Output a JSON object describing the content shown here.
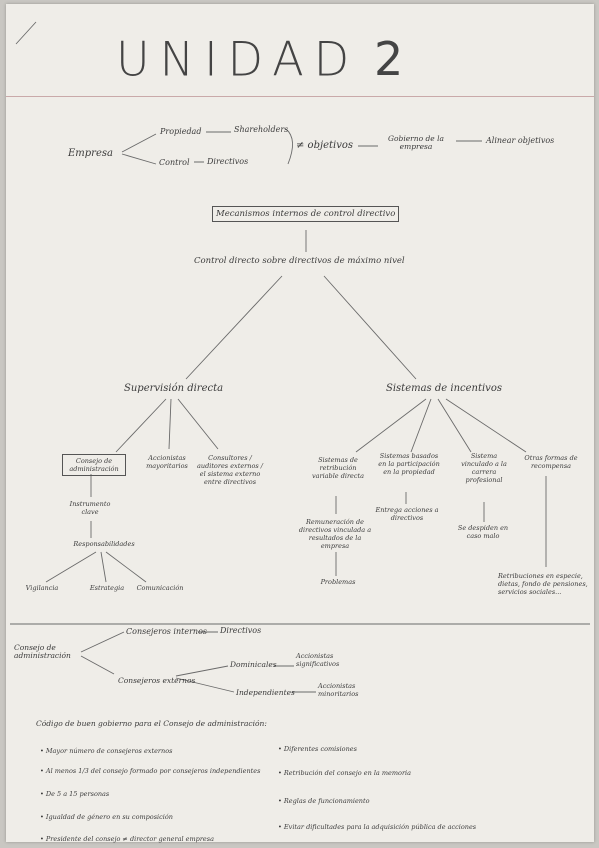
{
  "title": "UNIDAD",
  "title_number": "2",
  "top": {
    "empresa": "Empresa",
    "propiedad": "Propiedad",
    "shareholders": "Shareholders",
    "control": "Control",
    "directivos": "Directivos",
    "objetivos": "≠ objetivos",
    "gobierno": "Gobierno de la empresa",
    "alinear": "Alinear objetivos"
  },
  "diagram": {
    "box": "Mecanismos internos de control directivo",
    "control_directo": "Control directo sobre directivos de máximo nivel",
    "supervision": "Supervisión directa",
    "sistemas": "Sistemas de incentivos",
    "consejo": "Consejo de administración",
    "accionistas_mayoritarios": "Accionistas mayoritarios",
    "consultores": "Consultores / auditores externos / el sistema externo entre directivos",
    "sistemas_retribucion": "Sistemas de retribución variable directa",
    "sistemas_participacion": "Sistemas basados en la participación en la propiedad",
    "sistema_carrera": "Sistema vinculado a la carrera profesional",
    "otras_formas": "Otras formas de recompensa",
    "instrumento": "Instrumento clave",
    "responsabilidades": "Responsabilidades",
    "vigilancia": "Vigilancia",
    "estrategia": "Estrategia",
    "comunicacion": "Comunicación",
    "remuneracion": "Remuneración de directivos vinculada a resultados de la empresa",
    "problemas": "Problemas",
    "entrega": "Entrega acciones a directivos",
    "se_despiden": "Se despiden en caso malo",
    "retribuciones": "Retribuciones en especie, dietas, fondo de pensiones, servicios sociales..."
  },
  "bottom": {
    "consejo": "Consejo de administración",
    "internos": "Consejeros internos",
    "directivos": "Directivos",
    "externos": "Consejeros externos",
    "dominicales": "Dominicales",
    "acc_significativos": "Accionistas significativos",
    "independientes": "Independientes",
    "acc_minoritarios": "Accionistas minoritarios"
  },
  "codigo": {
    "heading": "Código de buen gobierno para el Consejo de administración:",
    "left": [
      "Mayor número de consejeros externos",
      "Al menos 1/3 del consejo formado por consejeros independientes",
      "De 5 a 15 personas",
      "Igualdad de género en su composición",
      "Presidente del consejo ≠ director general empresa"
    ],
    "right": [
      "Diferentes comisiones",
      "Retribución del consejo en la memoria",
      "Reglas de funcionamiento",
      "Evitar dificultades para la adquisición pública de acciones"
    ]
  }
}
